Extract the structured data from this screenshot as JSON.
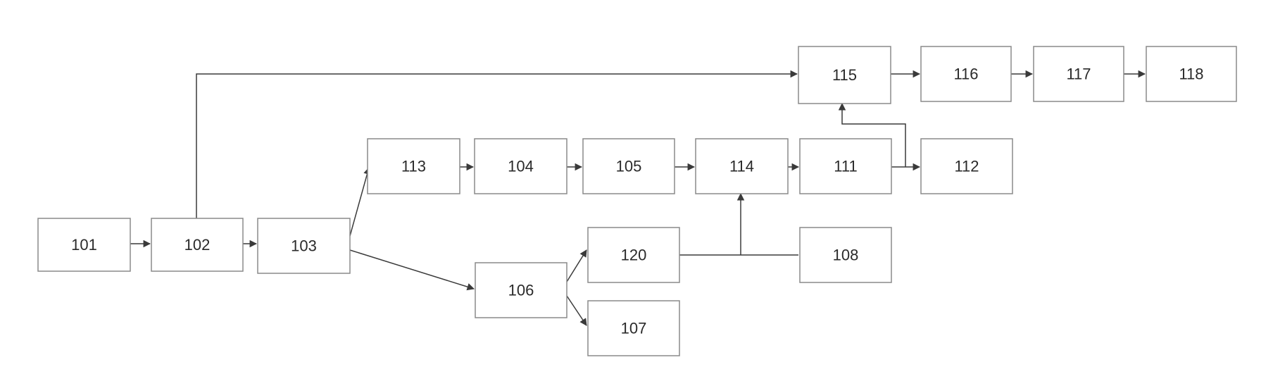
{
  "diagram": {
    "boxes": {
      "b101": "101",
      "b102": "102",
      "b103": "103",
      "b113": "113",
      "b104": "104",
      "b105": "105",
      "b114": "114",
      "b111": "111",
      "b112": "112",
      "b115": "115",
      "b116": "116",
      "b117": "117",
      "b118": "118",
      "b106": "106",
      "b120": "120",
      "b107": "107",
      "b108": "108"
    },
    "colors": {
      "box_border": "#8a8a8a",
      "line": "#3a3a3a",
      "text": "#2a2a2a"
    }
  }
}
